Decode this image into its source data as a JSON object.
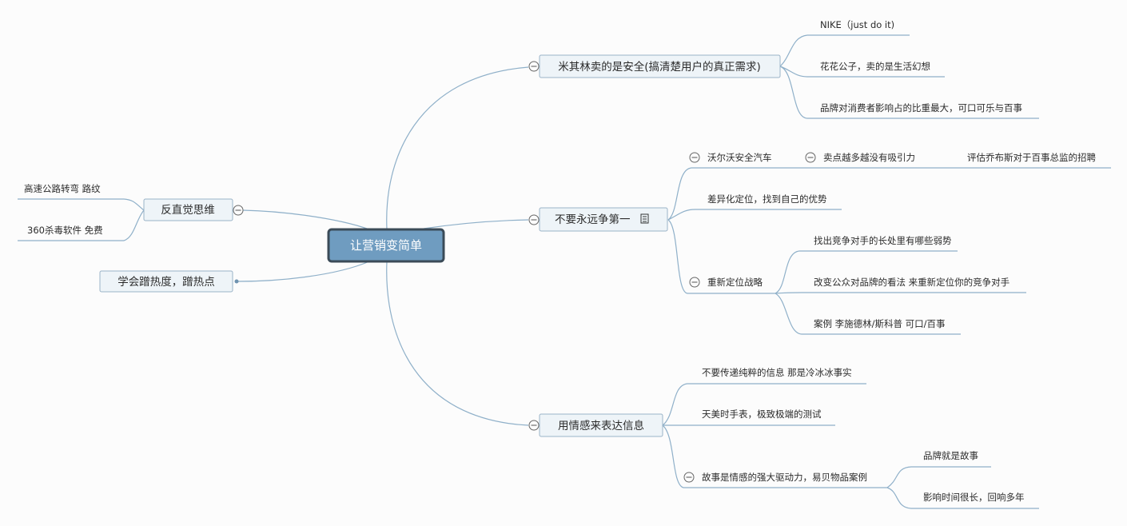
{
  "root": "让营销变简单",
  "right": {
    "b1": {
      "label": "米其林卖的是安全(搞清楚用户的真正需求)",
      "children": [
        "NIKE（just do it)",
        "花花公子，卖的是生活幻想",
        "品牌对消费者影响占的比重最大，可口可乐与百事"
      ]
    },
    "b2": {
      "label": "不要永远争第一",
      "c1": {
        "label": "沃尔沃安全汽车",
        "sub": {
          "label": "卖点越多越没有吸引力",
          "leaf": "评估乔布斯对于百事总监的招聘"
        }
      },
      "c2": {
        "label": "差异化定位，找到自己的优势"
      },
      "c3": {
        "label": "重新定位战略",
        "children": [
          "找出竞争对手的长处里有哪些弱势",
          "改变公众对品牌的看法 来重新定位你的竞争对手",
          "案例 李施德林/斯科普 可口/百事"
        ]
      }
    },
    "b3": {
      "label": "用情感来表达信息",
      "c1": {
        "label": "不要传递纯粹的信息 那是冷冰冰事实"
      },
      "c2": {
        "label": "天美时手表，极致极端的测试"
      },
      "c3": {
        "label": "故事是情感的强大驱动力，易贝物品案例",
        "children": [
          "品牌就是故事",
          "影响时间很长，回响多年"
        ]
      }
    }
  },
  "left": {
    "b1": {
      "label": "反直觉思维",
      "children": [
        "高速公路转弯 路纹",
        "360杀毒软件 免费"
      ]
    },
    "b2": {
      "label": "学会蹭热度，蹭热点"
    }
  }
}
